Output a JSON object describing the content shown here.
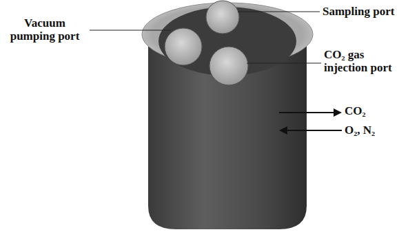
{
  "diagram": {
    "labels": [
      "Vacuum pumping port",
      "Sampling port",
      "CO₂ gas injection port",
      "CO₂",
      "O₂, N₂"
    ]
  }
}
